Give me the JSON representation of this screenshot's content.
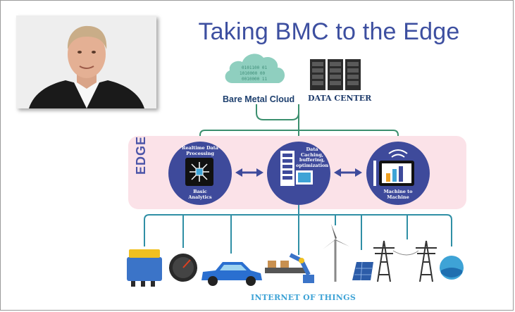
{
  "title": "Taking BMC to the Edge",
  "cloud": {
    "label": "Bare Metal Cloud",
    "binary_text": [
      "0101100 01",
      "1010000 00",
      "0010000 11"
    ]
  },
  "datacenter": {
    "label": "DATA CENTER"
  },
  "edge": {
    "label": "EDGE",
    "nodes": [
      {
        "top_text": [
          "Realtime Data",
          "Processing"
        ],
        "bottom_text": [
          "Basic",
          "Analytics"
        ]
      },
      {
        "side_text": [
          "Data",
          "Caching,",
          "buffering,",
          "optimization"
        ]
      },
      {
        "bottom_text": [
          "Machine to",
          "Machine"
        ]
      }
    ]
  },
  "iot": {
    "label": "INTERNET OF THINGS"
  },
  "colors": {
    "title": "#3d4fa0",
    "edge_band": "#fbe2e8",
    "node": "#3e4a9b",
    "line": "#2f8fa5",
    "tree_line": "#3b8f6e"
  },
  "icons": [
    "person-photo",
    "cloud-icon",
    "server-rack-icon",
    "chip-icon",
    "server-icon",
    "tablet-icon",
    "engine-icon",
    "gauge-icon",
    "car-icon",
    "robot-arm-icon",
    "wind-turbine-icon",
    "solar-panel-icon",
    "power-tower-icon",
    "water-drop-icon"
  ]
}
